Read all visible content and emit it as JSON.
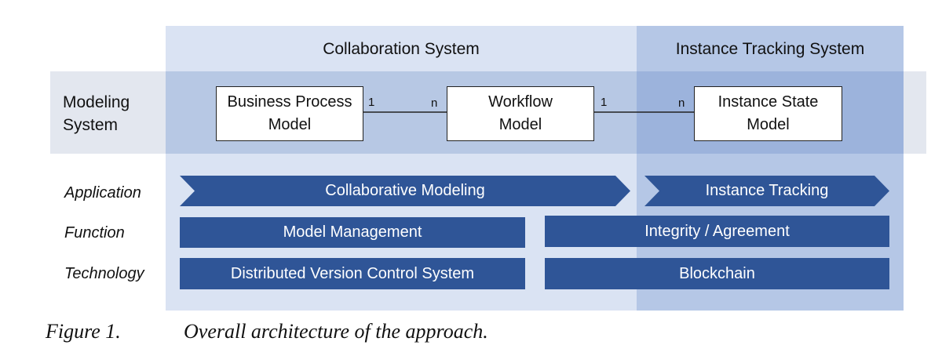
{
  "columns": {
    "collaboration": "Collaboration System",
    "tracking": "Instance Tracking System"
  },
  "modeling_row": {
    "label_line1": "Modeling",
    "label_line2": "System",
    "boxes": [
      {
        "line1": "Business Process",
        "line2": "Model"
      },
      {
        "line1": "Workflow",
        "line2": "Model"
      },
      {
        "line1": "Instance State",
        "line2": "Model"
      }
    ],
    "relations": [
      {
        "from_mult": "1",
        "to_mult": "n"
      },
      {
        "from_mult": "1",
        "to_mult": "n"
      }
    ]
  },
  "layers": {
    "application": "Application",
    "function": "Function",
    "technology": "Technology"
  },
  "blocks": {
    "collaborative_modeling": "Collaborative Modeling",
    "instance_tracking": "Instance Tracking",
    "model_management": "Model Management",
    "integrity_agreement": "Integrity / Agreement",
    "dvcs": "Distributed Version Control System",
    "blockchain": "Blockchain"
  },
  "caption": {
    "label": "Figure 1.",
    "text": "Overall architecture of the approach."
  },
  "colors": {
    "dark_blue": "#2f5597",
    "collab_bg": "#dae3f3",
    "tracking_bg": "#b5c7e6"
  }
}
